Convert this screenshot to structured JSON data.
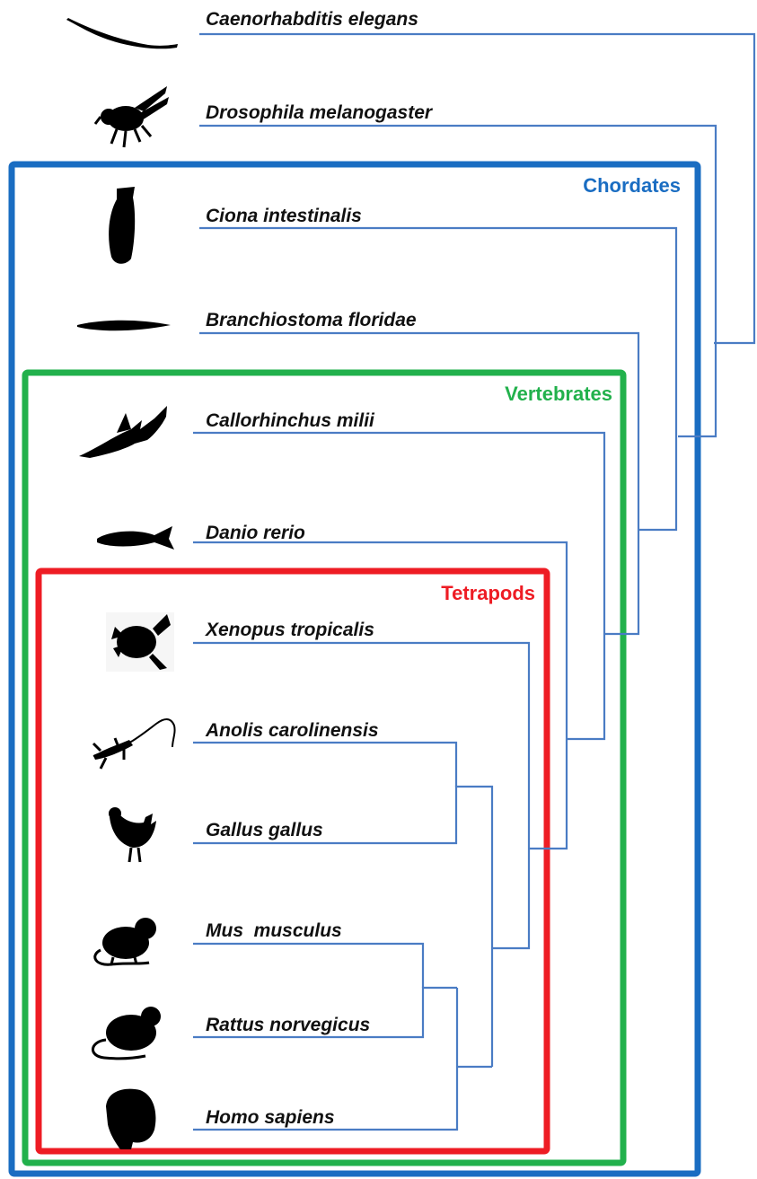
{
  "clades": {
    "chordates": {
      "label": "Chordates",
      "color": "#1a6dc2"
    },
    "vertebrates": {
      "label": "Vertebrates",
      "color": "#22b14c"
    },
    "tetrapods": {
      "label": "Tetrapods",
      "color": "#ee1c24"
    }
  },
  "branch_color": "#4a7cc4",
  "species": [
    {
      "name": "Caenorhabditis elegans",
      "icon": "nematode-icon"
    },
    {
      "name": "Drosophila melanogaster",
      "icon": "fly-icon"
    },
    {
      "name": "Ciona intestinalis",
      "icon": "sea-squirt-icon"
    },
    {
      "name": "Branchiostoma floridae",
      "icon": "lancelet-icon"
    },
    {
      "name": "Callorhinchus milii",
      "icon": "elephant-shark-icon"
    },
    {
      "name": "Danio rerio",
      "icon": "zebrafish-icon"
    },
    {
      "name": "Xenopus tropicalis",
      "icon": "frog-icon"
    },
    {
      "name": "Anolis carolinensis",
      "icon": "lizard-icon"
    },
    {
      "name": "Gallus gallus",
      "icon": "chicken-icon"
    },
    {
      "name": "Mus  musculus",
      "icon": "mouse-icon"
    },
    {
      "name": "Rattus norvegicus",
      "icon": "rat-icon"
    },
    {
      "name": "Homo sapiens",
      "icon": "human-skull-icon"
    }
  ]
}
